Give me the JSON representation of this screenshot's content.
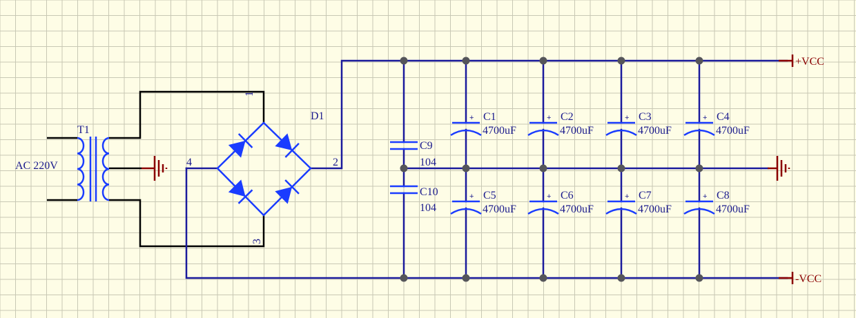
{
  "source": {
    "label": "AC 220V"
  },
  "transformer": {
    "ref": "T1"
  },
  "bridge": {
    "ref": "D1",
    "pins": [
      "1",
      "2",
      "3",
      "4"
    ]
  },
  "film_caps": [
    {
      "ref": "C9",
      "value": "104"
    },
    {
      "ref": "C10",
      "value": "104"
    }
  ],
  "electrolytics": [
    {
      "ref": "C1",
      "value": "4700uF"
    },
    {
      "ref": "C2",
      "value": "4700uF"
    },
    {
      "ref": "C3",
      "value": "4700uF"
    },
    {
      "ref": "C4",
      "value": "4700uF"
    },
    {
      "ref": "C5",
      "value": "4700uF"
    },
    {
      "ref": "C6",
      "value": "4700uF"
    },
    {
      "ref": "C7",
      "value": "4700uF"
    },
    {
      "ref": "C8",
      "value": "4700uF"
    }
  ],
  "polarity_mark": "+",
  "power_ports": {
    "positive": "+VCC",
    "negative": "-VCC"
  },
  "colors": {
    "wire": "#1a1a9c",
    "component": "#1a3cff",
    "ground": "#8b0000",
    "background": "#fefde6"
  }
}
